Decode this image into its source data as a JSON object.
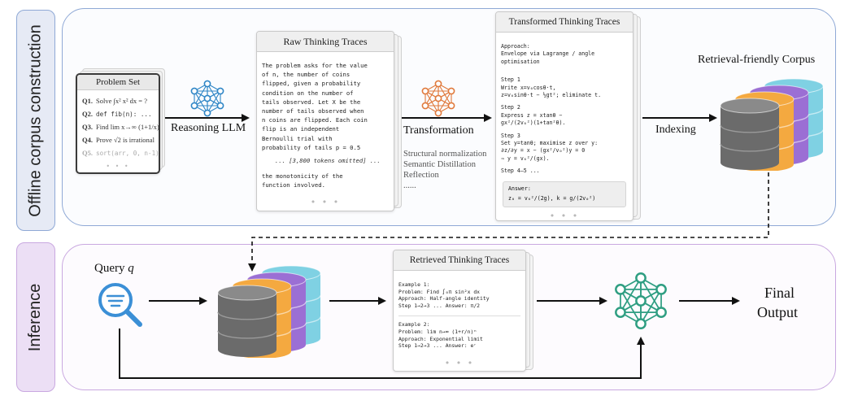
{
  "sections": {
    "offline": {
      "label": "Offline corpus construction"
    },
    "inference": {
      "label": "Inference"
    }
  },
  "colors": {
    "offline_border": "#8fa9d6",
    "offline_label_bg": "#e6eaf5",
    "inference_border": "#c9a8e0",
    "inference_label_bg": "#ecdff5",
    "llm_icon": "#2f86c6",
    "transform_icon": "#e07a3c",
    "output_icon": "#2f9e82",
    "db_grey": "#6b6b6b",
    "db_orange": "#f4a940",
    "db_purple": "#9b6fd4",
    "db_cyan": "#7fd1e3"
  },
  "problem_set": {
    "title": "Problem Set",
    "items": [
      {
        "num": "Q1.",
        "text": "Solve ∫x² x² dx = ?"
      },
      {
        "num": "Q2.",
        "text": "def fib(n): ..."
      },
      {
        "num": "Q3.",
        "text": "Find lim x→∞ (1+1/x)ˣ"
      },
      {
        "num": "Q4.",
        "text": "Prove √2 is irrational"
      },
      {
        "num": "Q5.",
        "text": "sort(arr, 0, n-1)"
      }
    ],
    "more": "• • •"
  },
  "labels": {
    "reasoning_llm": "Reasoning LLM",
    "transformation": "Transformation",
    "indexing": "Indexing",
    "corpus": "Retrieval-friendly Corpus",
    "query": "Query",
    "query_var": "q",
    "final_output_1": "Final",
    "final_output_2": "Output"
  },
  "transformation_methods": [
    "Structural normalization",
    "Semantic Distillation",
    "Reflection",
    "......"
  ],
  "raw_traces": {
    "title": "Raw Thinking Traces",
    "lines": [
      "The problem asks for the value",
      "of n, the number of coins",
      "flipped, given a probability",
      "condition on the number of",
      "tails observed. Let X be the",
      "number of tails observed when",
      "n coins are flipped. Each coin",
      "flip is an independent",
      "Bernoulli trial with",
      "probability of tails p = 0.5"
    ],
    "omitted": "... [3,800 tokens omitted] ...",
    "end_lines": [
      "the monotonicity of the",
      "function involved."
    ],
    "more": "• • •"
  },
  "transformed_traces": {
    "title": "Transformed Thinking Traces",
    "approach_label": "Approach:",
    "approach_lines": [
      "Envelope via Lagrange / angle",
      "optimisation"
    ],
    "steps": [
      {
        "label": "Step 1",
        "lines": [
          "Write x=v₀cosθ·t,",
          "z=v₀sinθ·t − ½gt²; eliminate t."
        ]
      },
      {
        "label": "Step 2",
        "lines": [
          "Express z = xtanθ −",
          "gx²/(2v₀²)(1+tan²θ)."
        ]
      },
      {
        "label": "Step 3",
        "lines": [
          "Set y=tanθ; maximise z over y:",
          "∂z/∂y = x − (gx²/v₀²)y = 0",
          "⇒ y = v₀²/(gx)."
        ]
      },
      {
        "label": "Step 4–5",
        "lines": [
          "..."
        ]
      }
    ],
    "answer_label": "Answer:",
    "answer": "z₀ = v₀²/(2g), k = g/(2v₀²)",
    "more": "• • •"
  },
  "retrieved_traces": {
    "title": "Retrieved Thinking Traces",
    "examples": [
      {
        "label": "Example 1:",
        "lines": [
          "Problem: Find ∫₀π sin²x dx",
          "Approach: Half-angle identity",
          "Step 1→2→3 ... Answer: π/2"
        ]
      },
      {
        "label": "Example 2:",
        "lines": [
          "Problem: lim n→∞ (1+r/n)ⁿ",
          "Approach: Exponential limit",
          "Step 1→2→3 ... Answer: eʳ"
        ]
      }
    ],
    "more": "• • •"
  }
}
